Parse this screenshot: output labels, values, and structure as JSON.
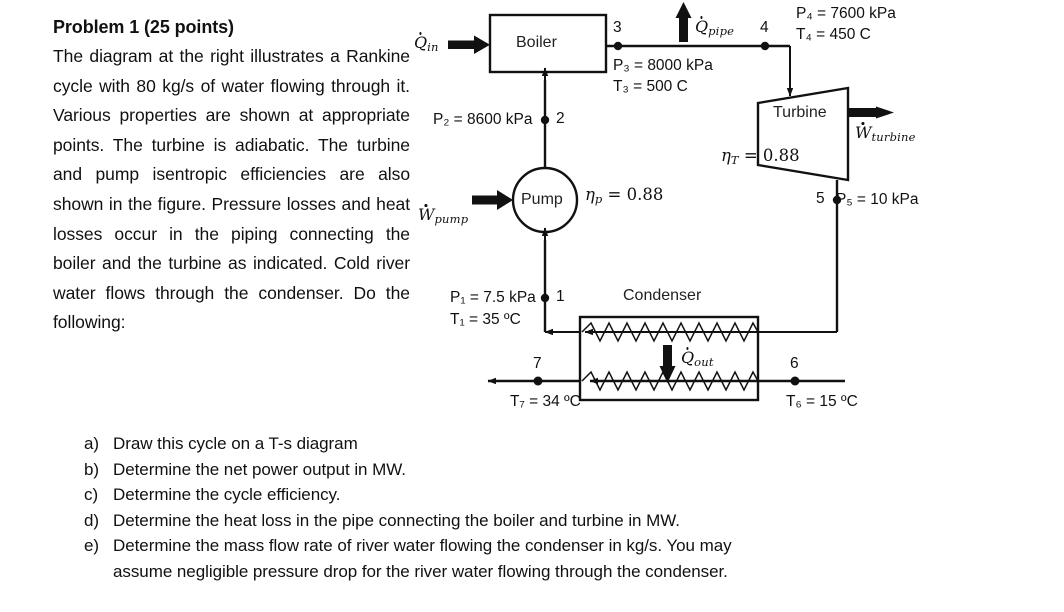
{
  "problem": {
    "title": "Problem 1 (25 points)",
    "body": "The diagram at the right illustrates a Rankine cycle with 80 kg/s of water flowing through it. Various properties are shown at appropriate points. The turbine is adiabatic. The turbine and pump isentropic efficiencies are also shown in the figure. Pressure losses and heat losses occur in the piping connecting the boiler and the turbine as indicated. Cold river water flows through the condenser. Do the following:"
  },
  "tasks": [
    {
      "marker": "a)",
      "text": "Draw this cycle on a T-s diagram",
      "cont": ""
    },
    {
      "marker": "b)",
      "text": "Determine the net power output in MW.",
      "cont": ""
    },
    {
      "marker": "c)",
      "text": "Determine the cycle efficiency.",
      "cont": ""
    },
    {
      "marker": "d)",
      "text": "Determine the heat loss in the pipe connecting the boiler and turbine in MW.",
      "cont": ""
    },
    {
      "marker": "e)",
      "text": "Determine the mass flow rate of river water flowing the condenser in kg/s. You may",
      "cont": "assume negligible pressure drop for the river water flowing through the condenser."
    }
  ],
  "diagram": {
    "components": {
      "boiler": "Boiler",
      "turbine": "Turbine",
      "pump": "Pump",
      "condenser": "Condenser"
    },
    "energy_flows": {
      "q_in": "Q",
      "q_in_sub": "in",
      "q_pipe": "Q",
      "q_pipe_sub": "pipe",
      "q_out": "Q",
      "q_out_sub": "out",
      "w_pump": "W",
      "w_pump_sub": "pump",
      "w_turbine": "W",
      "w_turbine_sub": "turbine"
    },
    "efficiencies": {
      "turbine_symbol": "η",
      "turbine_sub": "T",
      "turbine_value": "= 0.88",
      "pump_symbol": "η",
      "pump_sub": "p",
      "pump_value": "= 0.88"
    },
    "state_points": {
      "p1": "1",
      "p2": "2",
      "p3": "3",
      "p4": "4",
      "p5": "5",
      "p6": "6",
      "p7": "7"
    },
    "properties": {
      "state1_p": "P₁ = 7.5 kPa",
      "state1_t": "T₁ = 35 ºC",
      "state2_p": "P₂ = 8600 kPa",
      "state3_p": "P₃ = 8000 kPa",
      "state3_t": "T₃ = 500 C",
      "state4_p": "P₄ = 7600 kPa",
      "state4_t": "T₄ = 450 C",
      "state5_p": "P₅ = 10 kPa",
      "state6_t": "T₆ = 15 ºC",
      "state7_t": "T₇ = 34 ºC"
    }
  },
  "colors": {
    "ink": "#111111",
    "background": "#ffffff"
  }
}
